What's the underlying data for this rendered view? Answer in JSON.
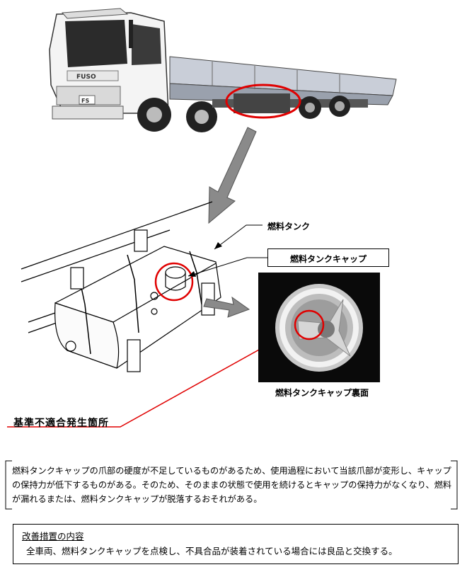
{
  "figure": {
    "truck_image_label": "FUSO FS truck side view",
    "labels": {
      "fuel_tank": "燃料タンク",
      "fuel_tank_cap": "燃料タンクキャップ",
      "cap_underside": "燃料タンクキャップ裏面"
    },
    "defect_location": "基準不適合発生箇所",
    "colors": {
      "highlight": "#e00000",
      "arrow": "#8a8a8a"
    }
  },
  "description": {
    "text": "燃料タンクキャップの爪部の硬度が不足しているものがあるため、使用過程において当該爪部が変形し、キャップの保持力が低下するものがある。そのため、そのままの状態で使用を続けるとキャップの保持力がなくなり、燃料が漏れるまたは、燃料タンクキャップが脱落するおそれがある。"
  },
  "remedy": {
    "title": "改善措置の内容",
    "text": "全車両、燃料タンクキャップを点検し、不具合品が装着されている場合には良品と交換する。"
  }
}
